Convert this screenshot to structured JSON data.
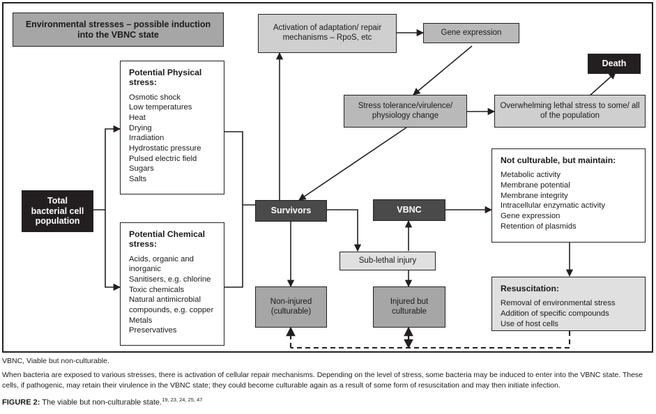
{
  "figure": {
    "header_banner": "Environmental stresses – possible induction into the VBNC state",
    "nodes": {
      "total_population": "Total\nbacterial cell\npopulation",
      "physical_stress": {
        "heading": "Potential Physical stress:",
        "items": [
          "Osmotic shock",
          "Low temperatures",
          "Heat",
          "Drying",
          "Irradiation",
          "Hydrostatic pressure",
          "Pulsed electric field",
          "Sugars",
          "Salts"
        ]
      },
      "chemical_stress": {
        "heading": "Potential Chemical stress:",
        "items": [
          "Acids, organic and inorganic",
          "Sanitisers, e.g. chlorine",
          "Toxic chemicals",
          "Natural antimicrobial compounds, e.g. copper",
          "Metals",
          "Preservatives"
        ]
      },
      "activation": "Activation of adaptation/ repair mechanisms – RpoS, etc",
      "gene_expression": "Gene expression",
      "stress_tolerance": "Stress tolerance/virulence/ physiology change",
      "overwhelming": "Overwhelming lethal stress to some/ all of the population",
      "death": "Death",
      "survivors": "Survivors",
      "vbnc": "VBNC",
      "sub_lethal": "Sub-lethal injury",
      "non_injured": "Non-injured (culturable)",
      "injured_but_culturable": "Injured but culturable",
      "not_culturable": {
        "heading": "Not culturable, but maintain:",
        "items": [
          "Metabolic activity",
          "Membrane potential",
          "Membrane integrity",
          "Intracellular enzymatic activity",
          "Gene expression",
          "Retention of plasmids"
        ]
      },
      "resuscitation": {
        "heading": "Resuscitation:",
        "items": [
          "Removal of environmental stress",
          "Addition of specific compounds",
          "Use of host cells"
        ]
      }
    },
    "colors": {
      "banner_fill": "#a6a6a6",
      "dark_node_fill": "#4a4a4a",
      "black_node_fill": "#231f20",
      "mid_gray_fill": "#a6a6a6",
      "light_gray_fill": "#cfcfcf",
      "lightest_gray_fill": "#e0e0e0",
      "silver_fill": "#b9b9b9",
      "stroke": "#231f20",
      "page_background": "#ffffff"
    }
  },
  "caption": {
    "abbreviation": "VBNC, Viable but non-culturable.",
    "body": "When bacteria are exposed to various stresses, there is activation of cellular repair mechanisms. Depending on the level of stress, some bacteria may be induced to enter into the VBNC state. These cells, if pathogenic, may retain their virulence in the VBNC state; they could become culturable again as a result of some form of resuscitation and may then initiate infection.",
    "figure_label": "FIGURE 2:",
    "figure_title": " The viable but non-culturable state.",
    "references": "19, 23, 24, 25, 47"
  }
}
